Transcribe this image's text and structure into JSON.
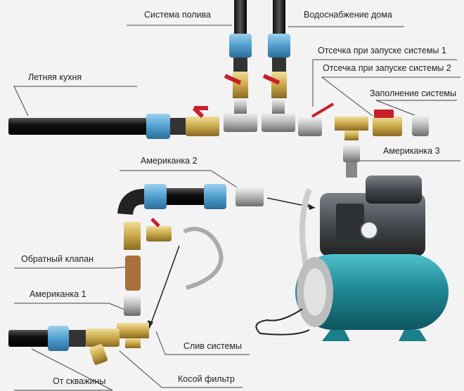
{
  "labels": {
    "irrigation": "Система полива",
    "house_supply": "Водоснабжение дома",
    "cutoff_1": "Отсечка при запуске системы 1",
    "cutoff_2": "Отсечка при запуске системы 2",
    "filling": "Заполнение системы",
    "summer_kitchen": "Летняя кухня",
    "union_3": "Американка 3",
    "union_2": "Американка 2",
    "check_valve": "Обратный клапан",
    "union_1": "Американка 1",
    "drain": "Слив системы",
    "y_filter": "Косой фильтр",
    "from_well": "От скважины"
  },
  "colors": {
    "pipe": "#1a1a1a",
    "coupling": "#4f9fd0",
    "brass": "#c9a84a",
    "chrome": "#b8b8b8",
    "valve_handle": "#c8202a",
    "tank": "#1f8a95",
    "pump": "#444a4f"
  }
}
